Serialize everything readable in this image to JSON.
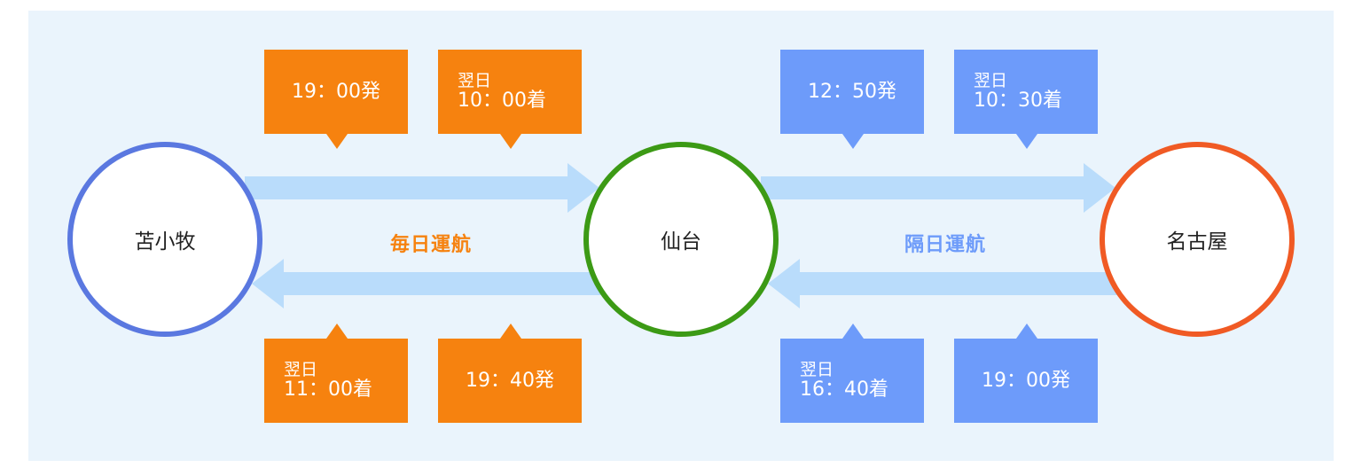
{
  "stations": {
    "tomakomai": "苫小牧",
    "sendai": "仙台",
    "nagoya": "名古屋"
  },
  "routes": {
    "tomakomai_sendai": {
      "frequency": "毎日運航",
      "outbound_depart": "19：00発",
      "outbound_arrive_prefix": "翌日",
      "outbound_arrive": "10：00着",
      "inbound_arrive_prefix": "翌日",
      "inbound_arrive": "11：00着",
      "inbound_depart": "19：40発"
    },
    "sendai_nagoya": {
      "frequency": "隔日運航",
      "outbound_depart": "12：50発",
      "outbound_arrive_prefix": "翌日",
      "outbound_arrive": "10：30着",
      "inbound_arrive_prefix": "翌日",
      "inbound_arrive": "16：40着",
      "inbound_depart": "19：00発"
    }
  },
  "colors": {
    "background": "#eaf4fc",
    "arrow": "#b9dcfb",
    "orange": "#f6820f",
    "blue": "#6d9bfa",
    "tomakomai_ring": "#5a78e0",
    "sendai_ring": "#3c9a15",
    "nagoya_ring": "#f05a24"
  }
}
